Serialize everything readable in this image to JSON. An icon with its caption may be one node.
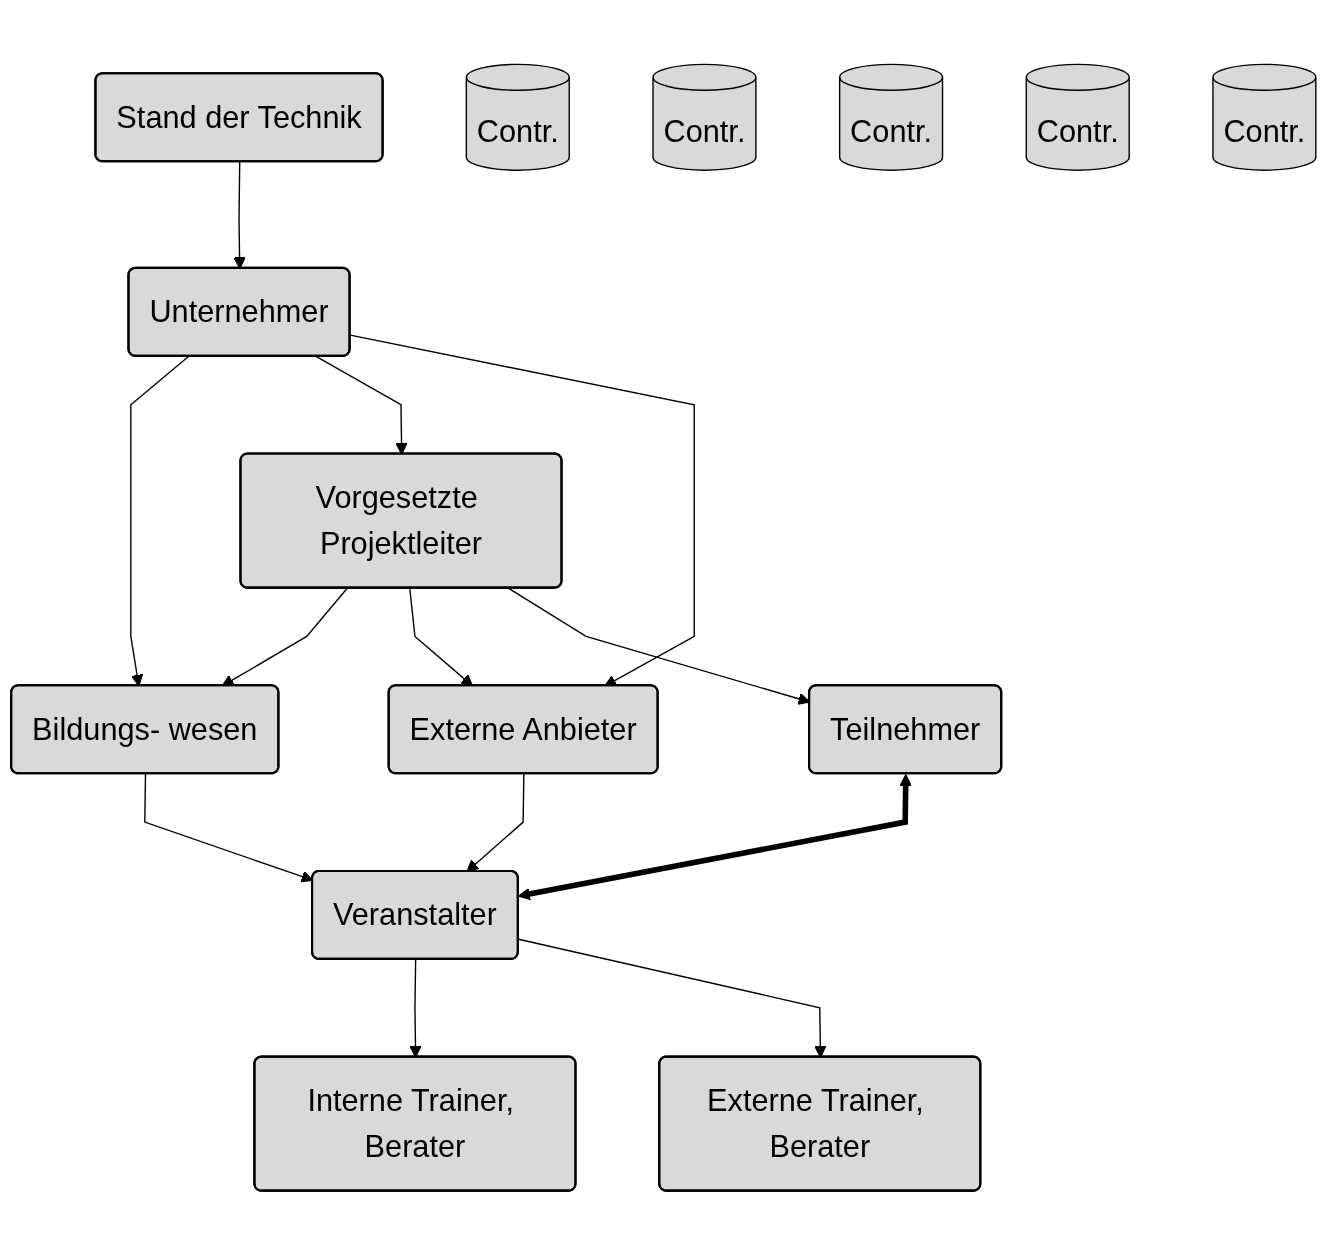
{
  "diagram": {
    "nodes": [
      {
        "text": [
          "Stand der Technik"
        ]
      },
      {
        "text": [
          "Unternehmer"
        ]
      },
      {
        "text": [
          "Contr."
        ]
      },
      {
        "text": [
          "Bildungs- wesen"
        ]
      },
      {
        "text": [
          "Contr."
        ]
      },
      {
        "text": [
          "Vorgesetzte Projektleiter"
        ]
      },
      {
        "text": [
          "Contr."
        ]
      },
      {
        "text": [
          "Externe Anbieter"
        ]
      },
      {
        "text": [
          "Contr."
        ]
      },
      {
        "text": [
          "Teilnehmer"
        ]
      },
      {
        "text": [
          "Veranstalter"
        ]
      },
      {
        "text": [
          "Contr."
        ]
      },
      {
        "text": [
          "Interne Trainer, Berater"
        ]
      },
      {
        "text": [
          "Externe Trainer, Berater"
        ]
      }
    ],
    "edges": [
      {
        "from": 0,
        "to": 1,
        "arrow": "to"
      },
      {
        "from": 1,
        "to": 3,
        "arrow": "to"
      },
      {
        "from": 1,
        "to": 5,
        "arrow": "to"
      },
      {
        "from": 1,
        "to": 7,
        "arrow": "to"
      },
      {
        "from": 5,
        "to": 3,
        "arrow": "to"
      },
      {
        "from": 5,
        "to": 7,
        "arrow": "to"
      },
      {
        "from": 5,
        "to": 9,
        "arrow": "to"
      },
      {
        "from": 9,
        "to": 10,
        "arrow": "both",
        "style": "thick"
      },
      {
        "from": 3,
        "to": 10,
        "arrow": "to"
      },
      {
        "from": 7,
        "to": 10,
        "arrow": "to"
      },
      {
        "from": 10,
        "to": 12,
        "arrow": "to"
      },
      {
        "from": 10,
        "to": 13,
        "arrow": "to"
      }
    ]
  }
}
